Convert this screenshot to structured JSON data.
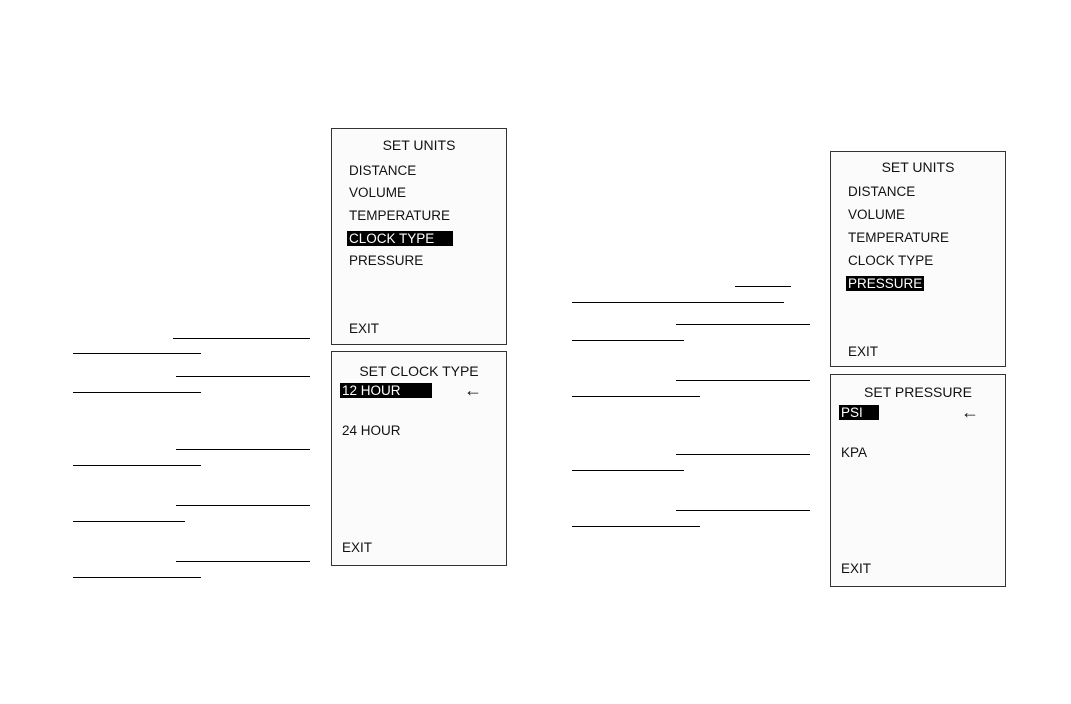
{
  "panel_1": {
    "title": "SET UNITS",
    "items": [
      "DISTANCE",
      "VOLUME",
      "TEMPERATURE",
      "CLOCK TYPE",
      "PRESSURE"
    ],
    "selected": "CLOCK TYPE",
    "exit": "EXIT"
  },
  "panel_2": {
    "title": "SET CLOCK TYPE",
    "options": [
      "12 HOUR",
      "24 HOUR"
    ],
    "selected": "12 HOUR",
    "exit": "EXIT",
    "arrow_icon": "left-arrow-icon"
  },
  "panel_3": {
    "title": "SET UNITS",
    "items": [
      "DISTANCE",
      "VOLUME",
      "TEMPERATURE",
      "CLOCK TYPE",
      "PRESSURE"
    ],
    "selected": "PRESSURE",
    "exit": "EXIT"
  },
  "panel_4": {
    "title": "SET PRESSURE",
    "options": [
      "PSI",
      "KPA"
    ],
    "selected": "PSI",
    "exit": "EXIT",
    "arrow_icon": "left-arrow-icon"
  },
  "arrow_glyph": "←"
}
